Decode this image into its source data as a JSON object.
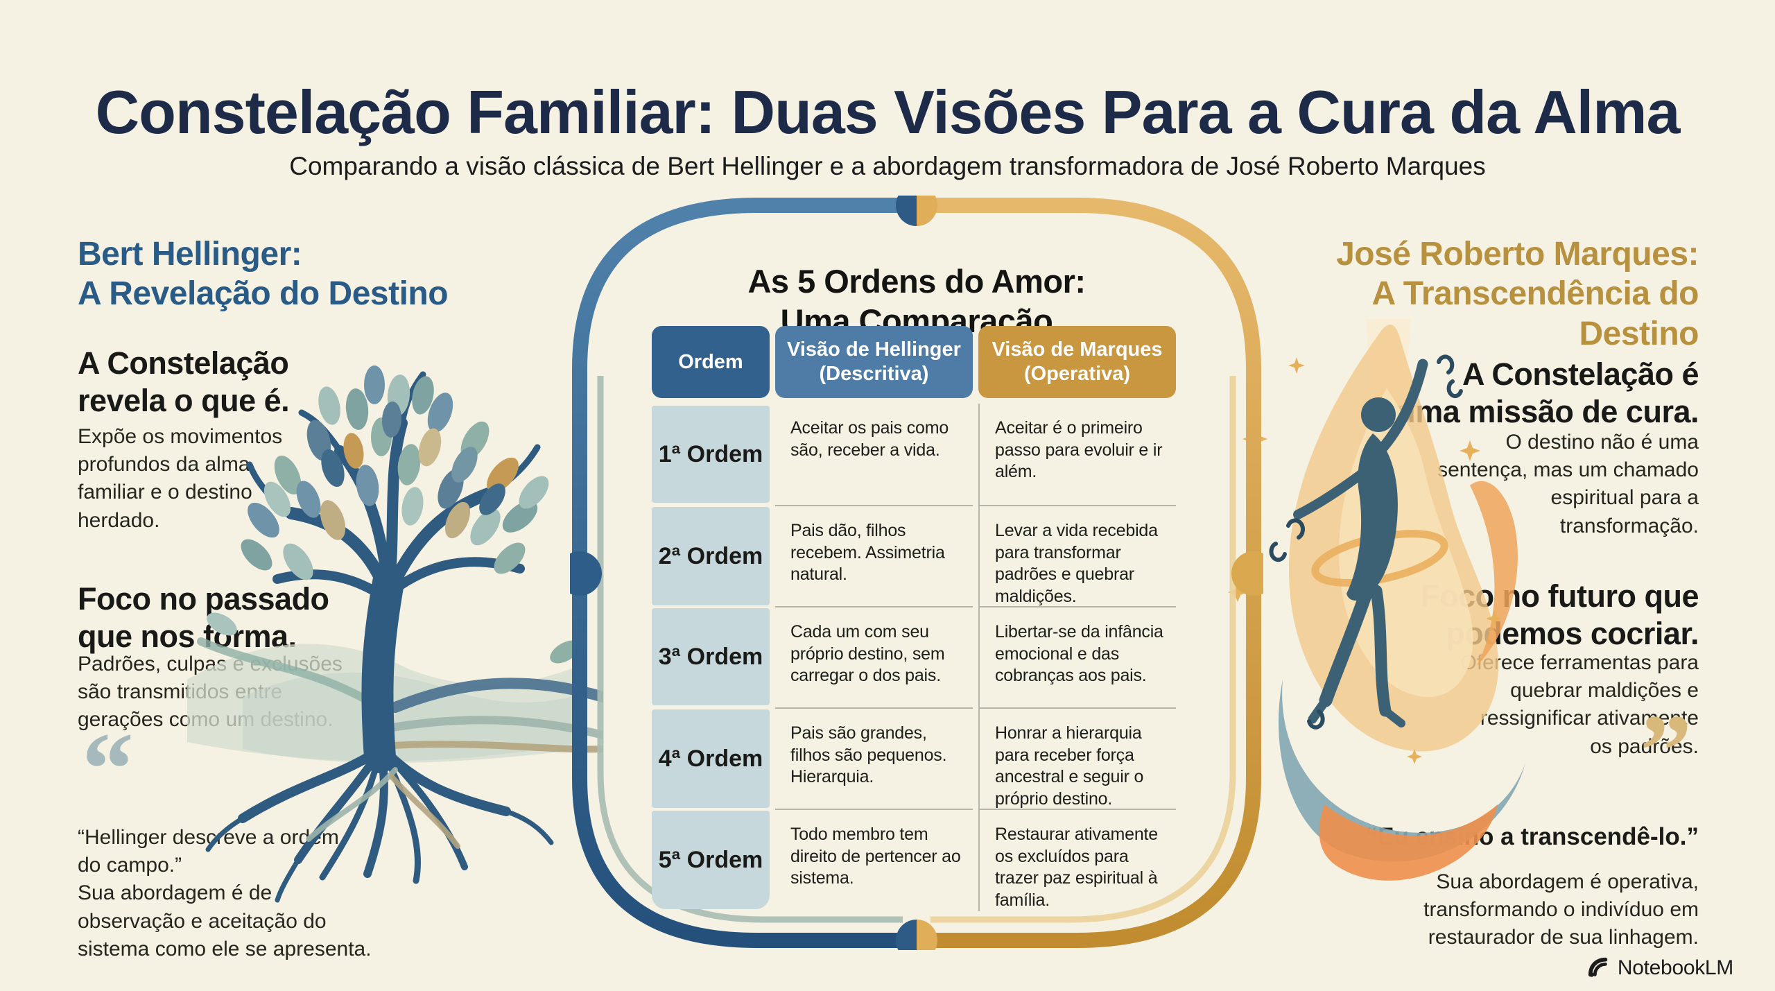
{
  "page": {
    "title": "Constelação Familiar: Duas Visões Para a Cura da Alma",
    "subtitle": "Comparando a visão clássica de Bert Hellinger e a abordagem transformadora de José Roberto Marques",
    "watermark": "NotebookLM"
  },
  "left_panel": {
    "heading": "Bert Hellinger:\nA Revelação do Destino",
    "blocks": [
      {
        "title": "A Constelação\nrevela o que é.",
        "text": "Expõe os movimentos\nprofundos da alma\nfamiliar e o destino\nherdado."
      },
      {
        "title": "Foco no passado\nque nos forma.",
        "text": "Padrões, culpas e exclusões\nsão transmitidos entre\ngerações como um destino."
      }
    ],
    "quote_mark": "“",
    "quote": "“Hellinger descreve a ordem\ndo campo.”\nSua abordagem é de\nobservação e aceitação do\nsistema como ele se apresenta."
  },
  "right_panel": {
    "heading": "José Roberto Marques:\nA Transcendência do Destino",
    "blocks": [
      {
        "title": "A Constelação é\numa missão de cura.",
        "text": "O destino não é uma\nsentença, mas um chamado\nespiritual para a\ntransformação."
      },
      {
        "title": "Foco no futuro que\npodemos cocriar.",
        "text": "Oferece ferramentas para\nquebrar maldições e\nressignificar ativamente\nos padrões."
      }
    ],
    "quote_mark": "”",
    "quote_title": "“Eu ensino a transcendê-lo.”",
    "quote_text": "Sua abordagem é operativa,\ntransformando o indivíduo em\nrestaurador de sua linhagem."
  },
  "comparison": {
    "title": "As 5 Ordens do Amor:\nUma Comparação",
    "columns": [
      "Ordem",
      "Visão de Hellinger\n(Descritiva)",
      "Visão de Marques\n(Operativa)"
    ],
    "rows": [
      {
        "order": "1ª Ordem",
        "hellinger": "Aceitar os pais como são, receber a vida.",
        "marques": "Aceitar é o primeiro passo para evoluir e ir além."
      },
      {
        "order": "2ª Ordem",
        "hellinger": "Pais dão, filhos recebem. Assimetria natural.",
        "marques": "Levar a vida recebida para transformar padrões e quebrar maldições."
      },
      {
        "order": "3ª Ordem",
        "hellinger": "Cada um com seu próprio destino, sem carregar o dos pais.",
        "marques": "Libertar-se da infância emocional e das cobranças aos pais."
      },
      {
        "order": "4ª Ordem",
        "hellinger": "Pais são grandes, filhos são pequenos. Hierarquia.",
        "marques": "Honrar a hierarquia para receber força ancestral e seguir o próprio destino."
      },
      {
        "order": "5ª Ordem",
        "hellinger": "Todo membro tem direito de pertencer ao sistema.",
        "marques": "Restaurar ativamente os excluídos para trazer paz espiritual à família."
      }
    ]
  },
  "colors": {
    "background": "#f5f1e3",
    "title_navy": "#1d2b49",
    "hellinger_blue": "#2a5b86",
    "marques_gold": "#b8913f",
    "header_dark_blue": "#33618e",
    "header_mid_blue": "#4e7ca7",
    "header_gold": "#c9973f",
    "order_cell": "#c6d8dc",
    "divider": "#b5b5a8"
  }
}
